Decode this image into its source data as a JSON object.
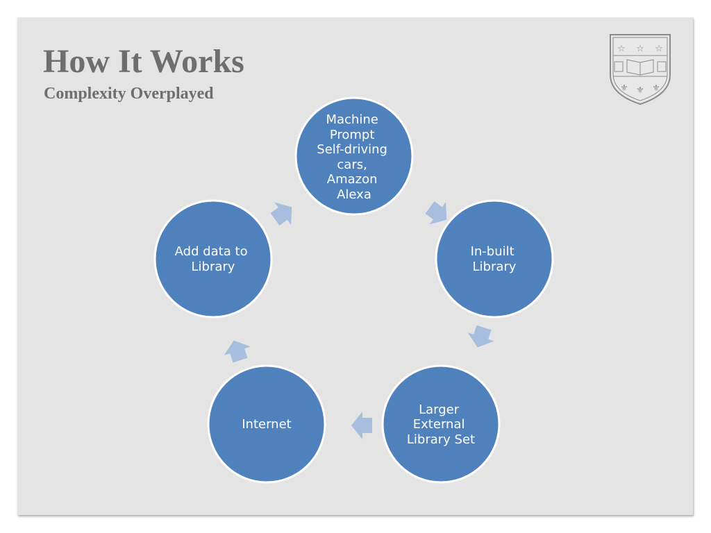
{
  "slide": {
    "title": "How It Works",
    "subtitle": "Complexity Overplayed"
  },
  "logo": {
    "icon": "university-crest-icon"
  },
  "cycle": {
    "nodes": [
      {
        "id": "machine-prompt",
        "lines": [
          "Machine",
          "Prompt",
          "Self-driving",
          "cars,",
          "Amazon",
          "Alexa"
        ]
      },
      {
        "id": "in-built-library",
        "lines": [
          "In-built",
          "Library"
        ]
      },
      {
        "id": "larger-external-library-set",
        "lines": [
          "Larger",
          "External",
          "Library Set"
        ]
      },
      {
        "id": "internet",
        "lines": [
          "Internet"
        ]
      },
      {
        "id": "add-data-to-library",
        "lines": [
          "Add data to",
          "Library"
        ]
      }
    ]
  },
  "colors": {
    "node_fill": "#4f81bd",
    "node_stroke": "#ffffff",
    "arrow_fill": "#a8bede",
    "slide_background": "#e4e4e4",
    "title_color": "#6d6f6d"
  }
}
